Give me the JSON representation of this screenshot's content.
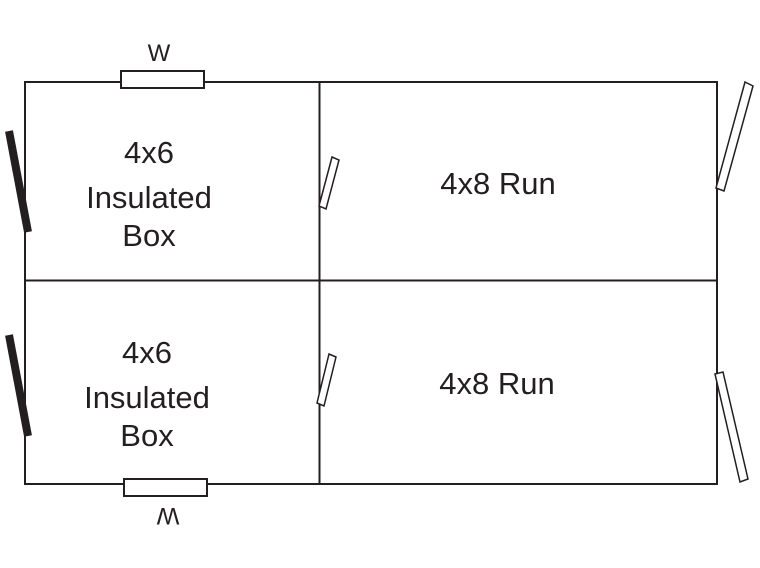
{
  "rooms": [
    {
      "id": "top_left",
      "lines": [
        "4x6",
        "Insulated",
        "Box"
      ]
    },
    {
      "id": "top_right",
      "lines": [
        "4x8 Run"
      ]
    },
    {
      "id": "bottom_left",
      "lines": [
        "4x6",
        "Insulated",
        "Box"
      ]
    },
    {
      "id": "bottom_right",
      "lines": [
        "4x8 Run"
      ]
    }
  ],
  "windows": {
    "top": "W",
    "bottom": "W"
  },
  "colors": {
    "line": "#231f20",
    "door_solid": "#231f20",
    "background": "#ffffff"
  }
}
